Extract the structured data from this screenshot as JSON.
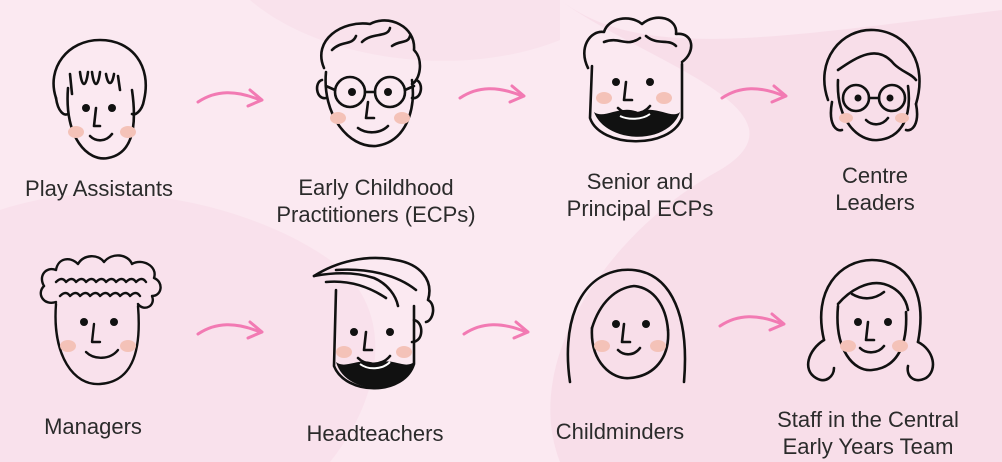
{
  "colors": {
    "background": "#fbe9f1",
    "blob": "#f8dbe7",
    "arrow": "#f27ab3",
    "cheek": "#f4c2b8",
    "ink": "#111111",
    "text": "#2b2b2b"
  },
  "roles": [
    {
      "label": "Play Assistants",
      "face": "bob-hair-icon"
    },
    {
      "label": "Early Childhood\nPractitioners (ECPs)",
      "face": "glasses-curly-hair-icon"
    },
    {
      "label": "Senior and\nPrincipal ECPs",
      "face": "bearded-spiky-hair-icon"
    },
    {
      "label": "Centre\nLeaders",
      "face": "glasses-bob-hair-icon"
    },
    {
      "label": "Managers",
      "face": "curly-hair-icon"
    },
    {
      "label": "Headteachers",
      "face": "quiff-beard-icon"
    },
    {
      "label": "Childminders",
      "face": "long-hair-icon"
    },
    {
      "label": "Staff in the Central\nEarly Years Team",
      "face": "wavy-long-hair-icon"
    }
  ]
}
